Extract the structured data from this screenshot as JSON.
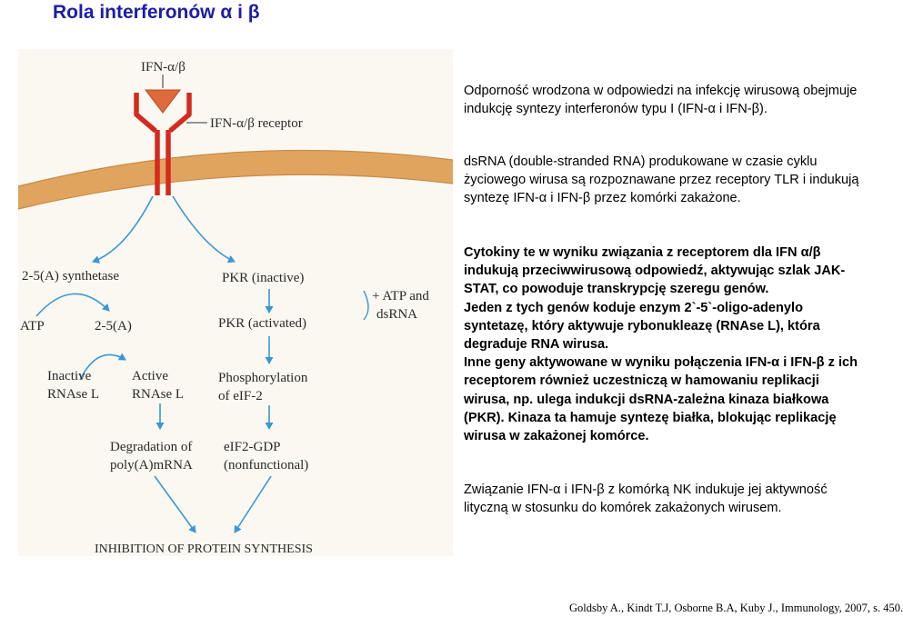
{
  "title": "Rola interferonów α i β",
  "figure": {
    "ligand": "IFN-α/β",
    "receptor": "IFN-α/β receptor",
    "synthetase": "2-5(A) synthetase",
    "pkr_inactive": "PKR (inactive)",
    "atp_dsrna_1": "+ ATP and",
    "atp_dsrna_2": "dsRNA",
    "atp": "ATP",
    "oligo": "2-5(A)",
    "pkr_activated": "PKR (activated)",
    "inactive_rnase_1": "Inactive",
    "inactive_rnase_2": "RNAse L",
    "active_rnase_1": "Active",
    "active_rnase_2": "RNAse L",
    "phosphorylation_1": "Phosphorylation",
    "phosphorylation_2": "of eIF-2",
    "degradation_1": "Degradation of",
    "degradation_2": "poly(A)mRNA",
    "eif2gdp_1": "eIF2-GDP",
    "eif2gdp_2": "(nonfunctional)",
    "inhibition": "INHIBITION OF PROTEIN SYNTHESIS"
  },
  "text": {
    "p1": "Odporność wrodzona w odpowiedzi na infekcję wirusową obejmuje indukcję syntezy interferonów typu I (IFN-α i IFN-β).",
    "p2": "dsRNA (double-stranded RNA) produkowane w czasie cyklu życiowego wirusa są rozpoznawane przez receptory TLR i indukują syntezę IFN-α i IFN-β przez komórki zakażone.",
    "p3a": "Cytokiny te w wyniku związania z receptorem dla IFN α/β indukują przeciwwirusową odpowiedź, aktywując szlak JAK-STAT, co powoduje transkrypcję szeregu genów.",
    "p3b": "Jeden z tych genów koduje enzym 2`-5`-oligo-adenylo syntetazę, który aktywuje rybonukleazę (RNAse L), która degraduje RNA wirusa.",
    "p3c": "Inne geny aktywowane w wyniku połączenia IFN-α i IFN-β z ich receptorem również uczestniczą w hamowaniu replikacji wirusa, np. ulega indukcji dsRNA-zależna kinaza białkowa (PKR). Kinaza ta hamuje syntezę białka, blokując replikację wirusa w zakażonej komórce.",
    "p4": "Związanie IFN-α i IFN-β z komórką NK indukuje jej aktywność lityczną w stosunku do komórek zakażonych wirusem."
  },
  "citation": "Goldsby A., Kindt T.J, Osborne B.A, Kuby J., Immunology, 2007, s.  450.",
  "colors": {
    "title": "#1c1ca8",
    "membrane": "#e0a45e",
    "receptor": "#d42a1f",
    "ligand": "#df6a3a",
    "arrows": "#3a97d6",
    "background": "#fbf8f1"
  }
}
